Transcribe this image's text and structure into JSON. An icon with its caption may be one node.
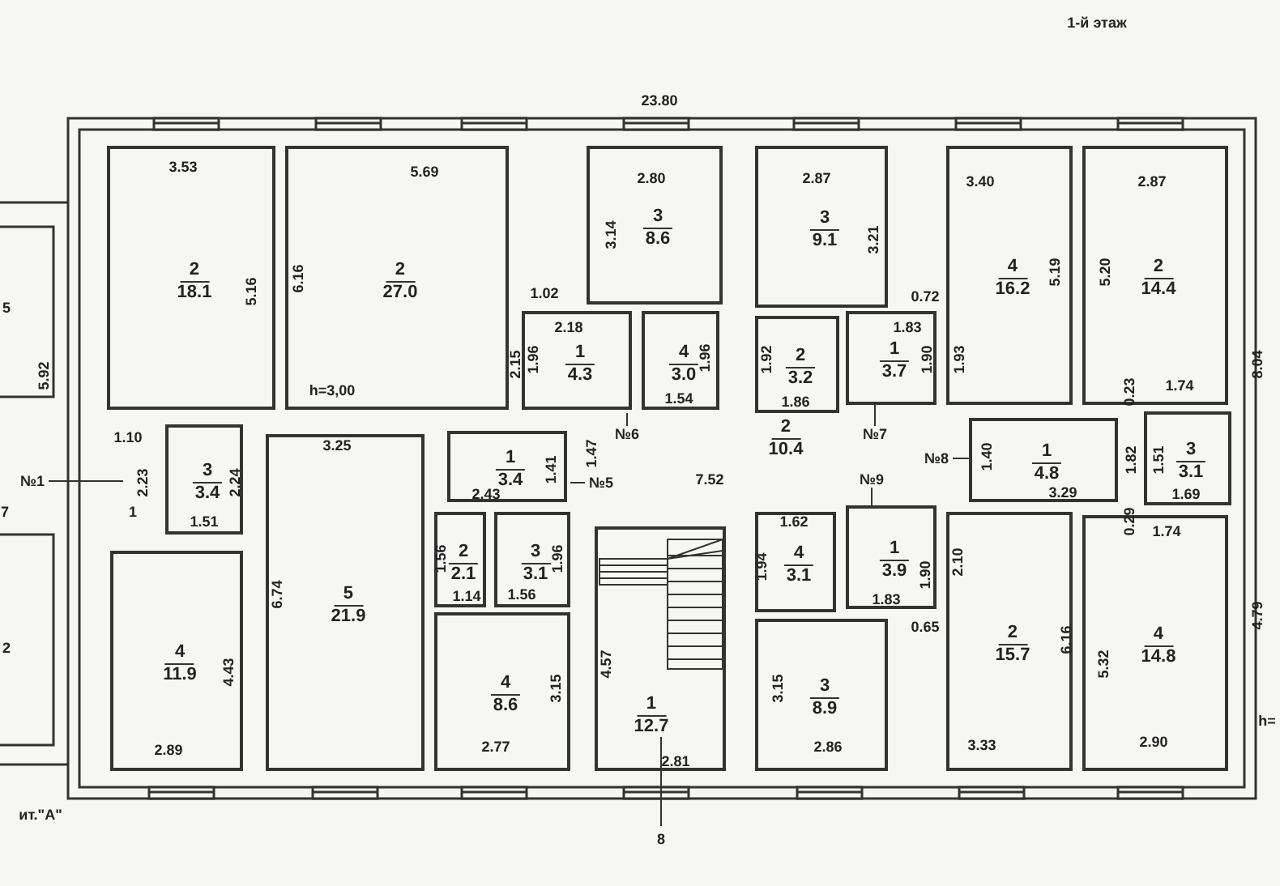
{
  "diagram": {
    "nodes": [
      {
        "text": [
          "2",
          "18.1"
        ]
      },
      {
        "text": [
          "2",
          "27.0"
        ]
      },
      {
        "text": [
          "3",
          "8.6"
        ]
      },
      {
        "text": [
          "1",
          "4.3"
        ]
      },
      {
        "text": [
          "4",
          "3.0"
        ]
      },
      {
        "text": [
          "3",
          "9.1"
        ]
      },
      {
        "text": [
          "2",
          "3.2"
        ]
      },
      {
        "text": [
          "1",
          "3.7"
        ]
      },
      {
        "text": [
          "4",
          "16.2"
        ]
      },
      {
        "text": [
          "2",
          "14.4"
        ]
      },
      {
        "text": [
          "3",
          "3.4"
        ]
      },
      {
        "text": [
          "5",
          "21.9"
        ]
      },
      {
        "text": [
          "1",
          "3.4"
        ]
      },
      {
        "text": [
          "2",
          "10.4"
        ]
      },
      {
        "text": [
          "1",
          "4.8"
        ]
      },
      {
        "text": [
          "3",
          "3.1"
        ]
      },
      {
        "text": [
          "2",
          "2.1"
        ]
      },
      {
        "text": [
          "3",
          "3.1"
        ]
      },
      {
        "text": [
          "4",
          "11.9"
        ]
      },
      {
        "text": [
          "4",
          "8.6"
        ]
      },
      {
        "text": [
          "1",
          "12.7"
        ]
      },
      {
        "text": [
          "4",
          "3.1"
        ]
      },
      {
        "text": [
          "3",
          "8.9"
        ]
      },
      {
        "text": [
          "1",
          "3.9"
        ]
      },
      {
        "text": [
          "2",
          "15.7"
        ]
      },
      {
        "text": [
          "4",
          "14.8"
        ]
      },
      {
        "text": [
          "№6"
        ]
      },
      {
        "text": [
          "№7"
        ]
      },
      {
        "text": [
          "№8"
        ]
      },
      {
        "text": [
          "№1"
        ]
      },
      {
        "text": [
          "№9"
        ]
      },
      {
        "text": [
          "№5"
        ]
      }
    ],
    "edges": [
      {
        "from": 26,
        "to": null,
        "arrow": "none"
      },
      {
        "from": 27,
        "to": 7,
        "arrow": "none"
      },
      {
        "from": 28,
        "to": 14,
        "arrow": "none"
      },
      {
        "from": 29,
        "to": null,
        "arrow": "none"
      },
      {
        "from": 30,
        "to": 23,
        "arrow": "none"
      },
      {
        "from": 31,
        "to": null,
        "arrow": "none"
      }
    ],
    "labels": [
      "1-й этаж",
      "23.80",
      "3.53",
      "5.69",
      "2.80",
      "2.87",
      "3.40",
      "2.87",
      "5.16",
      "6.16",
      "3.14",
      "3.21",
      "5.19",
      "5.20",
      "5",
      "8.04",
      "1.02",
      "0.72",
      "2.18",
      "1.83",
      "2.15",
      "1.96",
      "5.92",
      "h=3,00",
      "1.54",
      "1.86",
      "1.74",
      "0.23",
      "1.10",
      "3.25",
      "2.23",
      "2.24",
      "1.47",
      "1.41",
      "2.43",
      "7.52",
      "1.40",
      "1.82",
      "1.51",
      "3.29",
      "7",
      "1",
      "1.51",
      "1.69",
      "1.62",
      "0.29",
      "1.74",
      "1.56",
      "1.96",
      "1.94",
      "2.10",
      "1.90",
      "1.14",
      "1.56",
      "1.83",
      "0.65",
      "6.74",
      "2",
      "4.43",
      "4.57",
      "3.15",
      "3.15",
      "6.16",
      "5.32",
      "4.79",
      "h=",
      "2.89",
      "2.77",
      "2.81",
      "2.86",
      "3.33",
      "2.90",
      "ит.\"А\"",
      "8",
      "1.96",
      "1.92",
      "1.90",
      "1.93"
    ]
  }
}
